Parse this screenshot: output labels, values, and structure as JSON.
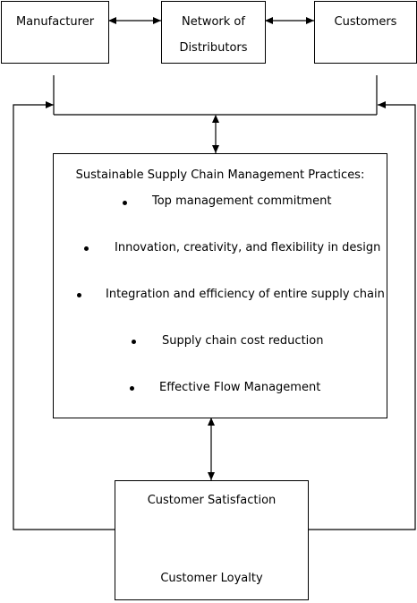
{
  "nodes": {
    "manufacturer": "Manufacturer",
    "distributors_line1": "Network of",
    "distributors_line2": "Distributors",
    "customers": "Customers",
    "practices_title": "Sustainable Supply Chain Management Practices:",
    "practices": [
      "Top management commitment",
      "Innovation, creativity, and flexibility in design",
      "Integration and efficiency of entire supply chain",
      "Supply chain cost reduction",
      "Effective Flow Management"
    ],
    "satisfaction": "Customer Satisfaction",
    "loyalty": "Customer Loyalty"
  }
}
